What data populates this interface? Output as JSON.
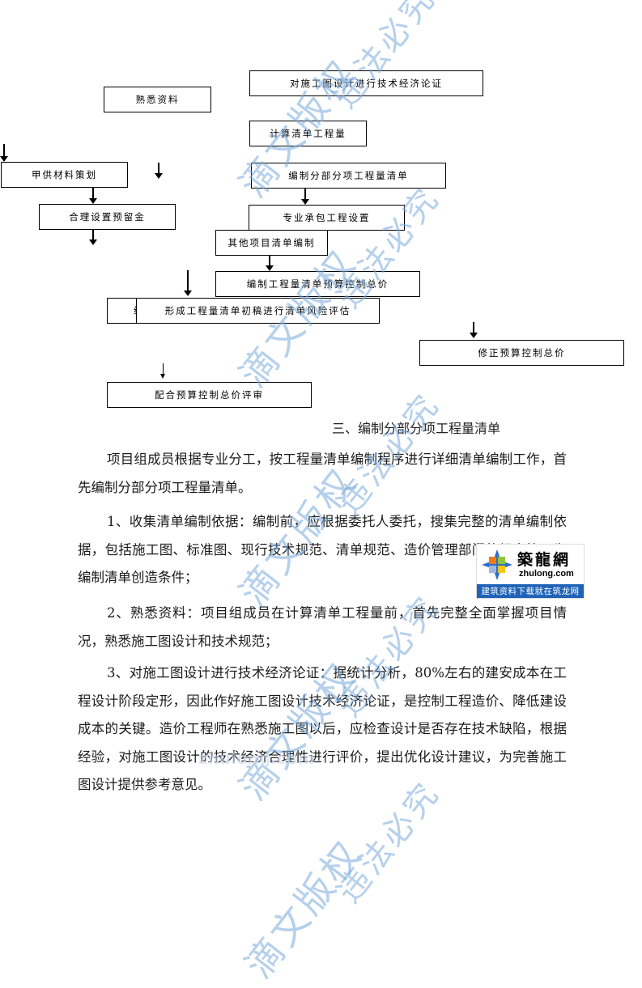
{
  "flowchart": {
    "boxes": {
      "familiarize": "熟悉资料",
      "design_review": "对施工图设计进行技术经济论证",
      "calc_quantity": "计算清单工程量",
      "owner_materials": "甲供材料策划",
      "subitem_list": "编制分部分项工程量清单",
      "reserve_fund": "合理设置预留金",
      "specialty_subcontract": "专业承包工程设置",
      "other_items": "其他项目清单编制",
      "budget_control": "编制工程量清单预算控制总价",
      "hidden_box_fragment": "编",
      "draft_risk": "形成工程量清单初稿进行清单风险评估",
      "revise_budget": "修正预算控制总价",
      "review_budget": "配合预算控制总价评审"
    }
  },
  "section": {
    "heading": "三、编制分部分项工程量清单",
    "paragraphs": [
      "项目组成员根据专业分工，按工程量清单编制程序进行详细清单编制工作，首先编制分部分项工程量清单。",
      "1、收集清单编制依据：编制前，应根据委托人委托，搜集完整的清单编制依据，包括施工图、标准图、现行技术规范、清单规范、造价管理部门的规定等，为编制清单创造条件；",
      "2、熟悉资料：项目组成员在计算清单工程量前，首先完整全面掌握项目情况，熟悉施工图设计和技术规范；",
      "3、对施工图设计进行技术经济论证：据统计分析，80%左右的建安成本在工程设计阶段定形，因此作好施工图设计技术经济论证，是控制工程造价、降低建设成本的关键。造价工程师在熟悉施工图以后，应检查设计是否存在技术缺陷，根据经验，对施工图设计的技术经济合理性进行评价，提出优化设计建议，为完善施工图设计提供参考意见。"
    ]
  },
  "watermark": {
    "text_a": "滴文版权",
    "text_b": "违法必究",
    "faint": "zhulong.com",
    "color": "#78aadc"
  },
  "logo": {
    "name_cn": "築龍網",
    "domain": "zhulong.com",
    "slogan": "建筑资料下载就在筑龙网",
    "bar_color": "#1f63b8"
  }
}
